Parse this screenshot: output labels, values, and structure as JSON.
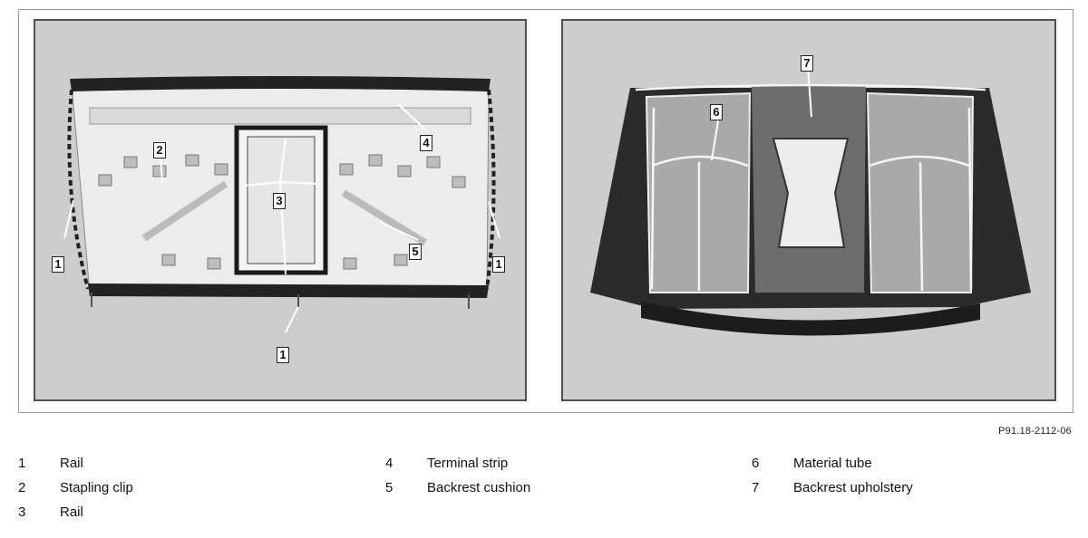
{
  "figure_code": "P91.18-2112-06",
  "callouts_left": [
    "1",
    "2",
    "3",
    "4",
    "5",
    "1",
    "1"
  ],
  "callouts_right": [
    "6",
    "7"
  ],
  "legend": {
    "col1": [
      {
        "num": "1",
        "label": "Rail"
      },
      {
        "num": "2",
        "label": "Stapling clip"
      },
      {
        "num": "3",
        "label": "Rail"
      }
    ],
    "col2": [
      {
        "num": "4",
        "label": "Terminal strip"
      },
      {
        "num": "5",
        "label": "Backrest cushion"
      }
    ],
    "col3": [
      {
        "num": "6",
        "label": "Material tube"
      },
      {
        "num": "7",
        "label": "Backrest upholstery"
      }
    ]
  }
}
